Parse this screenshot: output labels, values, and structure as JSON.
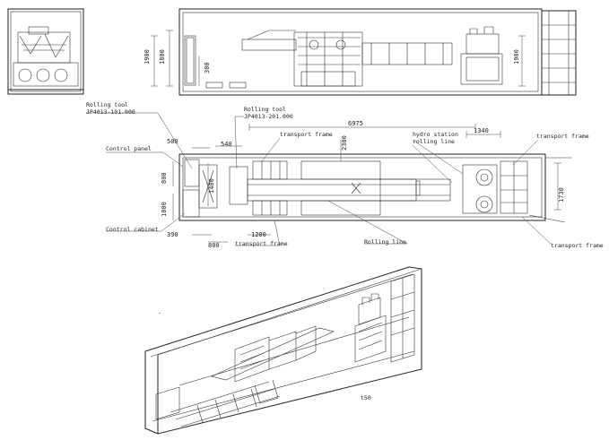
{
  "labels": {
    "rolling_tool_1": "Rolling tool",
    "rolling_tool_1_code": "JP4013-101.000",
    "rolling_tool_2": "Rolling tool",
    "rolling_tool_2_code": "JP4013-201.000",
    "control_panel": "Control panel",
    "control_cabinet": "Control cabinet",
    "transport_frame_top": "transport frame",
    "transport_frame_right_top": "transport frame",
    "transport_frame_bottom": "transport frame",
    "transport_frame_right_bottom": "transport frame",
    "hydro_station": "hydro station",
    "rolling_line_top": "rolling line",
    "rolling_line_bottom": "Rolling line",
    "iso_note": "t50"
  },
  "dimensions": {
    "d1900_left": "1900",
    "d1800": "1800",
    "d300": "300",
    "d1900_right": "1900",
    "d6975": "6975",
    "d1340": "1340",
    "d500": "500",
    "d540": "540",
    "d2300": "2300",
    "d800_v": "800",
    "d1400": "1400",
    "d1000": "1000",
    "d390": "390",
    "d800_h": "800",
    "d1200": "1200",
    "d1730": "1730"
  }
}
